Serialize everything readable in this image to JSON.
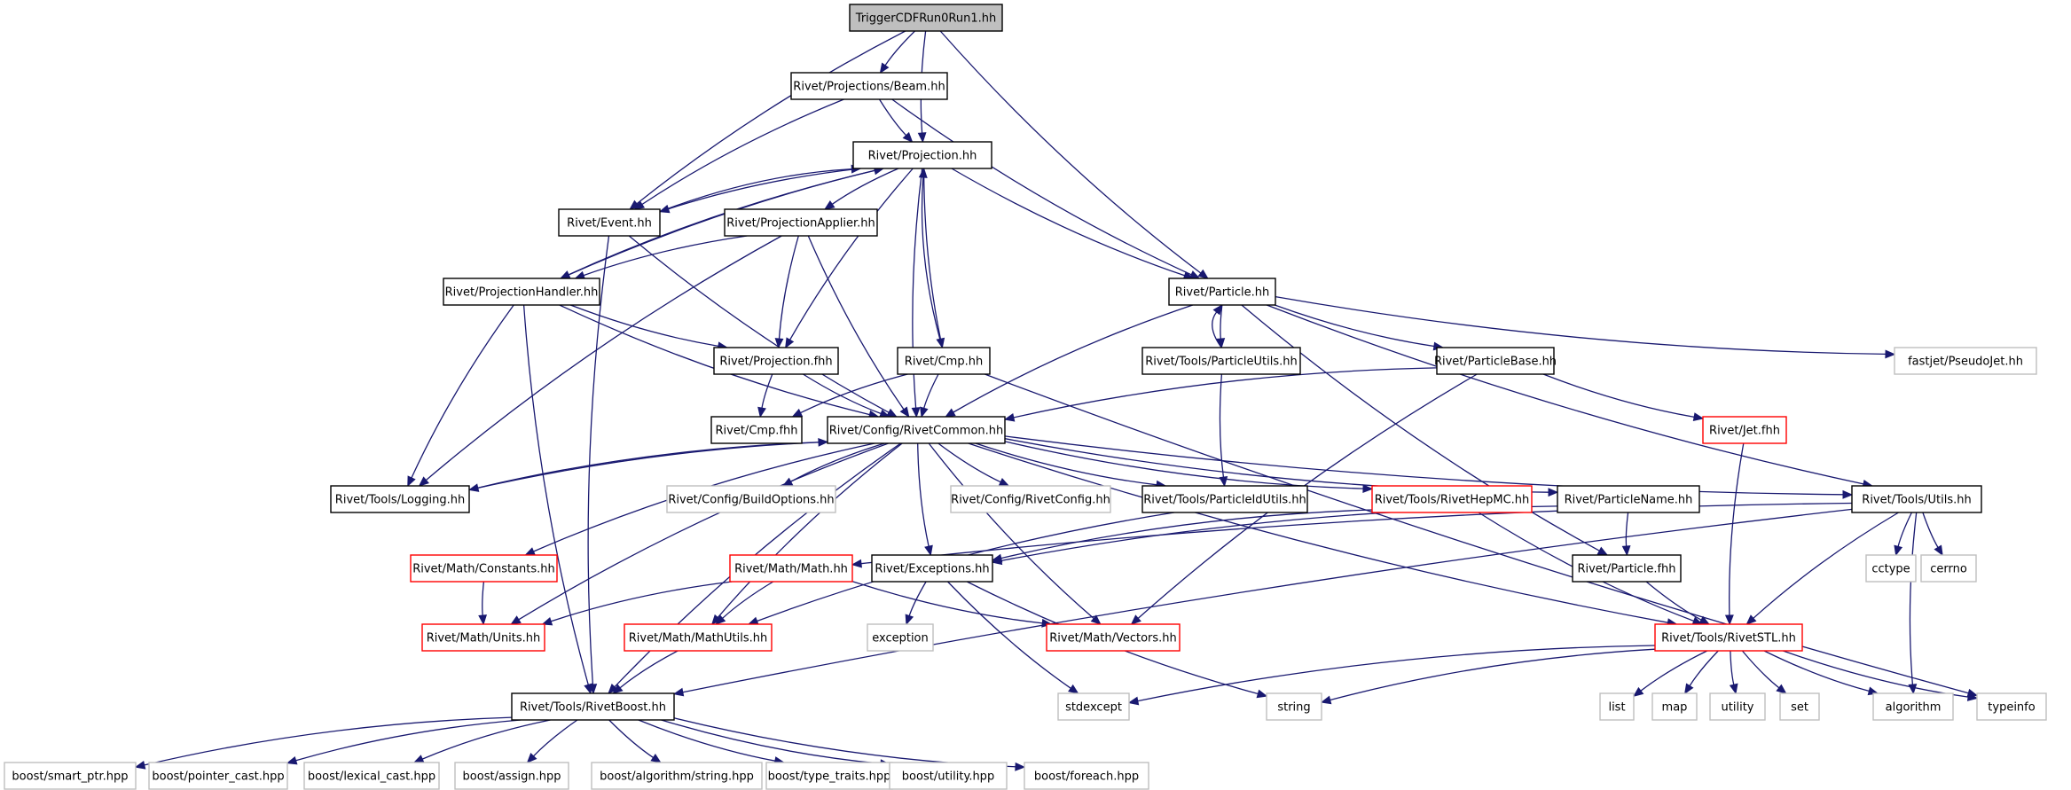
{
  "colors": {
    "edge": "#191970",
    "border_normal": "#000000",
    "border_red": "#ff0000",
    "border_gray": "#bfbfbf",
    "fill_root": "#bfbfbf",
    "fill_normal": "#ffffff"
  },
  "nodes": [
    {
      "id": "root",
      "label": "TriggerCDFRun0Run1.hh",
      "style": "root"
    },
    {
      "id": "beam",
      "label": "Rivet/Projections/Beam.hh",
      "style": "normal"
    },
    {
      "id": "proj",
      "label": "Rivet/Projection.hh",
      "style": "normal"
    },
    {
      "id": "event",
      "label": "Rivet/Event.hh",
      "style": "normal"
    },
    {
      "id": "projapp",
      "label": "Rivet/ProjectionApplier.hh",
      "style": "normal"
    },
    {
      "id": "particle",
      "label": "Rivet/Particle.hh",
      "style": "normal"
    },
    {
      "id": "projhandler",
      "label": "Rivet/ProjectionHandler.hh",
      "style": "normal"
    },
    {
      "id": "projfhh",
      "label": "Rivet/Projection.fhh",
      "style": "normal"
    },
    {
      "id": "cmphh",
      "label": "Rivet/Cmp.hh",
      "style": "normal"
    },
    {
      "id": "partutils",
      "label": "Rivet/Tools/ParticleUtils.hh",
      "style": "normal"
    },
    {
      "id": "partbase",
      "label": "Rivet/ParticleBase.hh",
      "style": "normal"
    },
    {
      "id": "pseudojet",
      "label": "fastjet/PseudoJet.hh",
      "style": "gray"
    },
    {
      "id": "cmpfhh",
      "label": "Rivet/Cmp.fhh",
      "style": "normal"
    },
    {
      "id": "rivetcommon",
      "label": "Rivet/Config/RivetCommon.hh",
      "style": "normal"
    },
    {
      "id": "jetfhh",
      "label": "Rivet/Jet.fhh",
      "style": "red"
    },
    {
      "id": "logging",
      "label": "Rivet/Tools/Logging.hh",
      "style": "normal"
    },
    {
      "id": "buildopts",
      "label": "Rivet/Config/BuildOptions.hh",
      "style": "gray"
    },
    {
      "id": "rivetconfig",
      "label": "Rivet/Config/RivetConfig.hh",
      "style": "gray"
    },
    {
      "id": "partidutils",
      "label": "Rivet/Tools/ParticleIdUtils.hh",
      "style": "normal"
    },
    {
      "id": "hepmc",
      "label": "Rivet/Tools/RivetHepMC.hh",
      "style": "red"
    },
    {
      "id": "partname",
      "label": "Rivet/ParticleName.hh",
      "style": "normal"
    },
    {
      "id": "utils",
      "label": "Rivet/Tools/Utils.hh",
      "style": "normal"
    },
    {
      "id": "constants",
      "label": "Rivet/Math/Constants.hh",
      "style": "red"
    },
    {
      "id": "mathhh",
      "label": "Rivet/Math/Math.hh",
      "style": "red"
    },
    {
      "id": "exceptions",
      "label": "Rivet/Exceptions.hh",
      "style": "normal"
    },
    {
      "id": "particlefhh",
      "label": "Rivet/Particle.fhh",
      "style": "normal"
    },
    {
      "id": "cctype",
      "label": "cctype",
      "style": "gray"
    },
    {
      "id": "cerrno",
      "label": "cerrno",
      "style": "gray"
    },
    {
      "id": "units",
      "label": "Rivet/Math/Units.hh",
      "style": "red"
    },
    {
      "id": "mathutils",
      "label": "Rivet/Math/MathUtils.hh",
      "style": "red"
    },
    {
      "id": "exception",
      "label": "exception",
      "style": "gray"
    },
    {
      "id": "vectors",
      "label": "Rivet/Math/Vectors.hh",
      "style": "red"
    },
    {
      "id": "rivetstl",
      "label": "Rivet/Tools/RivetSTL.hh",
      "style": "red"
    },
    {
      "id": "rivetboost",
      "label": "Rivet/Tools/RivetBoost.hh",
      "style": "normal"
    },
    {
      "id": "stdexcept",
      "label": "stdexcept",
      "style": "gray"
    },
    {
      "id": "string",
      "label": "string",
      "style": "gray"
    },
    {
      "id": "list",
      "label": "list",
      "style": "gray"
    },
    {
      "id": "map",
      "label": "map",
      "style": "gray"
    },
    {
      "id": "utility",
      "label": "utility",
      "style": "gray"
    },
    {
      "id": "set",
      "label": "set",
      "style": "gray"
    },
    {
      "id": "algorithm",
      "label": "algorithm",
      "style": "gray"
    },
    {
      "id": "typeinfo",
      "label": "typeinfo",
      "style": "gray"
    },
    {
      "id": "smartptr",
      "label": "boost/smart_ptr.hpp",
      "style": "gray"
    },
    {
      "id": "pointercast",
      "label": "boost/pointer_cast.hpp",
      "style": "gray"
    },
    {
      "id": "lexicalcast",
      "label": "boost/lexical_cast.hpp",
      "style": "gray"
    },
    {
      "id": "assign",
      "label": "boost/assign.hpp",
      "style": "gray"
    },
    {
      "id": "algostring",
      "label": "boost/algorithm/string.hpp",
      "style": "gray"
    },
    {
      "id": "typetraits",
      "label": "boost/type_traits.hpp",
      "style": "gray"
    },
    {
      "id": "boostutility",
      "label": "boost/utility.hpp",
      "style": "gray"
    },
    {
      "id": "foreach",
      "label": "boost/foreach.hpp",
      "style": "gray"
    }
  ],
  "edges": [
    [
      "root",
      "beam"
    ],
    [
      "root",
      "proj"
    ],
    [
      "root",
      "event"
    ],
    [
      "root",
      "particle"
    ],
    [
      "beam",
      "proj"
    ],
    [
      "beam",
      "event"
    ],
    [
      "beam",
      "particle"
    ],
    [
      "proj",
      "event"
    ],
    [
      "proj",
      "projapp"
    ],
    [
      "proj",
      "projhandler"
    ],
    [
      "proj",
      "projfhh"
    ],
    [
      "proj",
      "cmphh"
    ],
    [
      "proj",
      "rivetcommon"
    ],
    [
      "proj",
      "particle"
    ],
    [
      "event",
      "proj"
    ],
    [
      "event",
      "rivetcommon"
    ],
    [
      "event",
      "rivetboost"
    ],
    [
      "projapp",
      "projhandler"
    ],
    [
      "projapp",
      "projfhh"
    ],
    [
      "projapp",
      "rivetcommon"
    ],
    [
      "projapp",
      "logging"
    ],
    [
      "projhandler",
      "proj"
    ],
    [
      "projhandler",
      "projfhh"
    ],
    [
      "projhandler",
      "rivetcommon"
    ],
    [
      "projhandler",
      "logging"
    ],
    [
      "projhandler",
      "rivetboost"
    ],
    [
      "projfhh",
      "cmpfhh"
    ],
    [
      "projfhh",
      "rivetcommon"
    ],
    [
      "cmphh",
      "proj"
    ],
    [
      "cmphh",
      "cmpfhh"
    ],
    [
      "cmphh",
      "rivetcommon"
    ],
    [
      "cmphh",
      "typeinfo"
    ],
    [
      "particle",
      "partutils"
    ],
    [
      "particle",
      "partbase"
    ],
    [
      "particle",
      "pseudojet"
    ],
    [
      "particle",
      "rivetcommon"
    ],
    [
      "particle",
      "utils"
    ],
    [
      "particle",
      "particlefhh"
    ],
    [
      "partutils",
      "particle"
    ],
    [
      "partutils",
      "partidutils"
    ],
    [
      "partbase",
      "rivetcommon"
    ],
    [
      "partbase",
      "jetfhh"
    ],
    [
      "partbase",
      "vectors"
    ],
    [
      "jetfhh",
      "rivetstl"
    ],
    [
      "rivetcommon",
      "logging"
    ],
    [
      "rivetcommon",
      "buildopts"
    ],
    [
      "rivetcommon",
      "rivetconfig"
    ],
    [
      "rivetcommon",
      "partidutils"
    ],
    [
      "rivetcommon",
      "hepmc"
    ],
    [
      "rivetcommon",
      "partname"
    ],
    [
      "rivetcommon",
      "utils"
    ],
    [
      "rivetcommon",
      "constants"
    ],
    [
      "rivetcommon",
      "units"
    ],
    [
      "rivetcommon",
      "mathutils"
    ],
    [
      "rivetcommon",
      "exceptions"
    ],
    [
      "rivetcommon",
      "vectors"
    ],
    [
      "rivetcommon",
      "rivetstl"
    ],
    [
      "rivetcommon",
      "rivetboost"
    ],
    [
      "logging",
      "rivetcommon"
    ],
    [
      "partidutils",
      "mathutils"
    ],
    [
      "hepmc",
      "exceptions"
    ],
    [
      "hepmc",
      "rivetstl"
    ],
    [
      "partname",
      "exceptions"
    ],
    [
      "partname",
      "particlefhh"
    ],
    [
      "utils",
      "mathhh"
    ],
    [
      "utils",
      "cctype"
    ],
    [
      "utils",
      "cerrno"
    ],
    [
      "utils",
      "rivetstl"
    ],
    [
      "utils",
      "algorithm"
    ],
    [
      "utils",
      "rivetboost"
    ],
    [
      "particlefhh",
      "rivetstl"
    ],
    [
      "constants",
      "units"
    ],
    [
      "mathhh",
      "units"
    ],
    [
      "mathhh",
      "mathutils"
    ],
    [
      "mathhh",
      "vectors"
    ],
    [
      "mathutils",
      "rivetboost"
    ],
    [
      "exceptions",
      "exception"
    ],
    [
      "exceptions",
      "stdexcept"
    ],
    [
      "exceptions",
      "string"
    ],
    [
      "rivetstl",
      "stdexcept"
    ],
    [
      "rivetstl",
      "string"
    ],
    [
      "rivetstl",
      "list"
    ],
    [
      "rivetstl",
      "map"
    ],
    [
      "rivetstl",
      "utility"
    ],
    [
      "rivetstl",
      "set"
    ],
    [
      "rivetstl",
      "algorithm"
    ],
    [
      "rivetstl",
      "typeinfo"
    ],
    [
      "rivetboost",
      "smartptr"
    ],
    [
      "rivetboost",
      "pointercast"
    ],
    [
      "rivetboost",
      "lexicalcast"
    ],
    [
      "rivetboost",
      "assign"
    ],
    [
      "rivetboost",
      "algostring"
    ],
    [
      "rivetboost",
      "typetraits"
    ],
    [
      "rivetboost",
      "boostutility"
    ],
    [
      "rivetboost",
      "foreach"
    ]
  ]
}
